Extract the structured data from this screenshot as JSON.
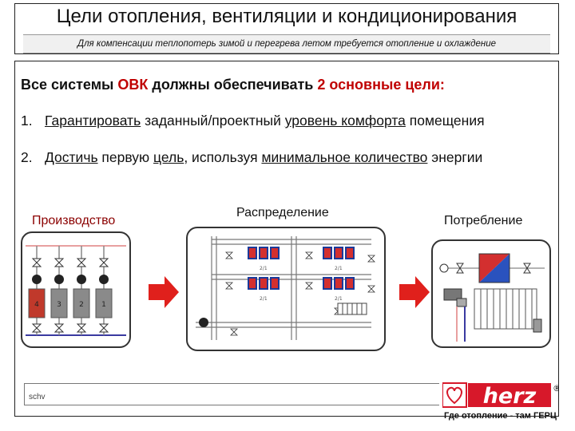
{
  "header": {
    "title": "Цели отопления, вентиляции и кондиционирования",
    "subtitle": "Для компенсации теплопотерь зимой и перегрева летом требуется отопление и охлаждение"
  },
  "intro": {
    "prefix": "Все системы ",
    "highlight1": "ОВК",
    "middle": " должны обеспечивать ",
    "highlight2": "2 основные цели:"
  },
  "goals": [
    {
      "num": "1.",
      "u1": "Гарантировать",
      "t1": " заданный/проектный ",
      "u2": "уровень комфорта",
      "t2": " помещения"
    },
    {
      "num": "2.",
      "u1": "Достичь",
      "t1": " первую ",
      "u2": "цель",
      "t2": ", используя ",
      "u3": "минимальное количество",
      "t3": " энергии"
    }
  ],
  "stages": {
    "production": "Производство",
    "distribution": "Распределение",
    "consumption": "Потребление"
  },
  "production_units": [
    "4",
    "3",
    "2",
    "1"
  ],
  "distribution_labels": [
    "2/1",
    "2/1",
    "2/1",
    "2/1"
  ],
  "footer": {
    "tag": "schv",
    "logo_text": "herz",
    "logo_mark": "®",
    "tagline": "Где отопление - там ГЕРЦ"
  },
  "colors": {
    "accent_red": "#c00000",
    "arrow_red": "#e0201c",
    "logo_red": "#d7182a",
    "pipe_red": "#e8a0a0",
    "pipe_blue": "#3a3aa0"
  }
}
